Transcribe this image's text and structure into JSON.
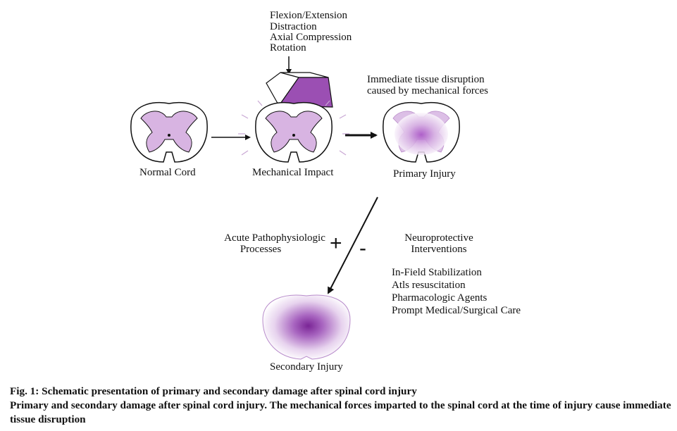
{
  "forces": [
    "Flexion/Extension",
    "Distraction",
    "Axial Compression",
    "Rotation"
  ],
  "annotation": [
    "Immediate tissue disruption",
    "caused by mechanical forces"
  ],
  "stages": {
    "normal": "Normal Cord",
    "impact": "Mechanical Impact",
    "primary": "Primary Injury",
    "secondary": "Secondary Injury"
  },
  "acute": [
    "Acute Pathophysiologic",
    "Processes"
  ],
  "plus": "+",
  "minus": "-",
  "neuro": [
    "Neuroprotective",
    "Interventions"
  ],
  "interventions": [
    "In-Field Stabilization",
    "Atls resuscitation",
    "Pharmacologic Agents",
    "Prompt Medical/Surgical Care"
  ],
  "caption": {
    "title": "Fig. 1: Schematic presentation of primary and secondary damage after spinal cord injury",
    "body": "Primary and secondary damage after spinal cord injury. The mechanical forces imparted to the spinal cord at the time of injury cause immediate tissue disruption"
  },
  "colors": {
    "grey_matter": "#d8b4e2",
    "injury_core": "#8a3aa6",
    "outline": "#111111"
  }
}
